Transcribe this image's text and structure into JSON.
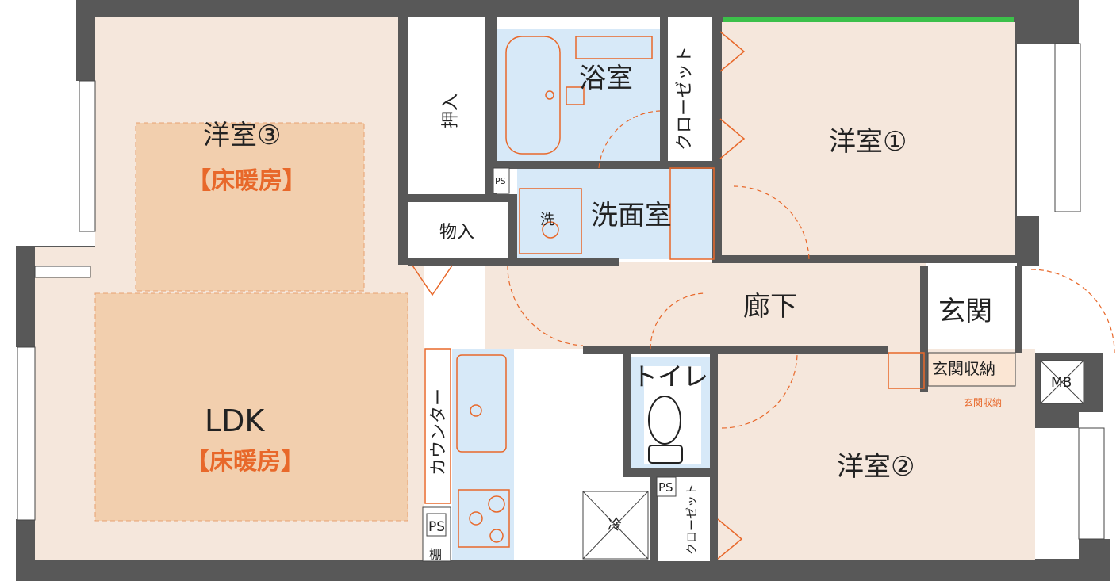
{
  "rooms": {
    "western_3": "洋室③",
    "western_3_heating": "【床暖房】",
    "ldk": "LDK",
    "ldk_heating": "【床暖房】",
    "bathroom": "浴室",
    "washroom": "洗面室",
    "washer": "洗",
    "toilet": "トイレ",
    "corridor": "廊下",
    "entrance": "玄関",
    "entrance_storage": "玄関収納",
    "entrance_storage_note": "玄関収納",
    "western_1": "洋室①",
    "western_2": "洋室②",
    "closet_top": "クローゼット",
    "closet_bottom": "クローゼット",
    "oshiire": "押入",
    "monoire": "物入",
    "counter": "カウンター",
    "fridge": "冷",
    "shelf": "棚",
    "ps_1": "PS",
    "ps_2": "PS",
    "ps_3": "PS",
    "mb": "MB"
  },
  "colors": {
    "wall": "#585858",
    "floor": "#f5e7dc",
    "wet_area": "#d7e9f8",
    "heating_area": "#f2cfae",
    "fixture_line": "#e8682a",
    "balcony_green": "#3cc04a"
  }
}
